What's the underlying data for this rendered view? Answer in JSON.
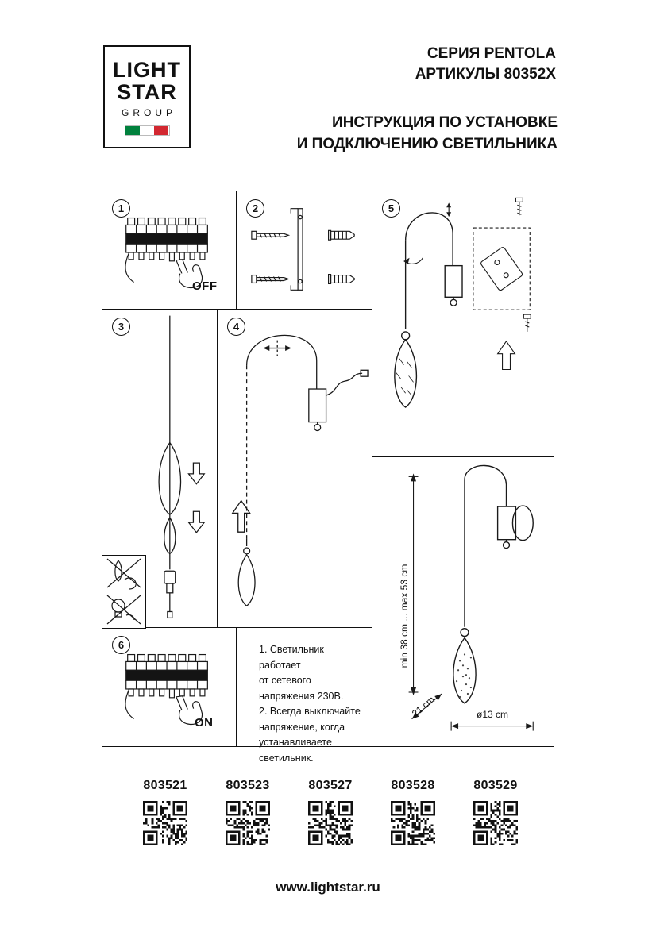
{
  "logo": {
    "line1": "LIGHT",
    "line2": "STAR",
    "line3": "GROUP"
  },
  "header": {
    "series": "СЕРИЯ PENTOLA",
    "articles": "АРТИКУЛЫ 80352X",
    "title_line1": "ИНСТРУКЦИЯ ПО УСТАНОВКЕ",
    "title_line2": "И ПОДКЛЮЧЕНИЮ СВЕТИЛЬНИКА"
  },
  "steps": {
    "s1": {
      "num": "1",
      "switch_label": "OFF"
    },
    "s2": {
      "num": "2"
    },
    "s3": {
      "num": "3"
    },
    "s4": {
      "num": "4"
    },
    "s5": {
      "num": "5"
    },
    "s6": {
      "num": "6",
      "switch_label": "ON"
    }
  },
  "dimensions": {
    "height_range": "min 38 cm ... max 53 cm",
    "depth": "21 cm",
    "diameter": "ø13 cm"
  },
  "notes": {
    "line1": "1. Светильник работает",
    "line2": "от сетевого",
    "line3": "напряжения 230В.",
    "line4": "2. Всегда выключайте",
    "line5": "напряжение, когда",
    "line6": "устанавливаете светильник."
  },
  "articles": [
    {
      "code": "803521"
    },
    {
      "code": "803523"
    },
    {
      "code": "803527"
    },
    {
      "code": "803528"
    },
    {
      "code": "803529"
    }
  ],
  "footer": {
    "website": "www.lightstar.ru"
  },
  "colors": {
    "flag_green": "#00813d",
    "flag_red": "#d22730",
    "ink": "#111111"
  }
}
